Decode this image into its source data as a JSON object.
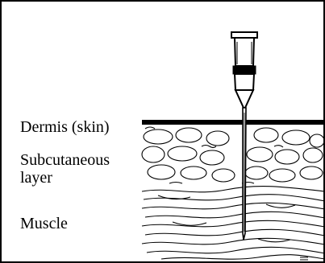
{
  "labels": {
    "dermis": "Dermis (skin)",
    "subcutaneous": "Subcutaneous\nlayer",
    "muscle": "Muscle"
  },
  "colors": {
    "line": "#000000",
    "background": "#ffffff"
  }
}
